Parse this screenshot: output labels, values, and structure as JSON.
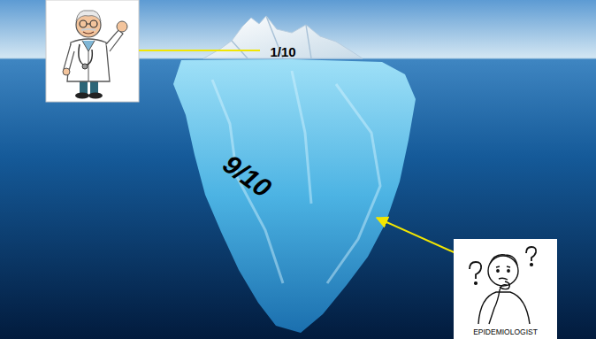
{
  "diagram": {
    "nodes": [
      {
        "text": [
          "EPIDEMIOLOGIST"
        ]
      }
    ],
    "labels": [
      "1/10",
      "9/10"
    ]
  }
}
